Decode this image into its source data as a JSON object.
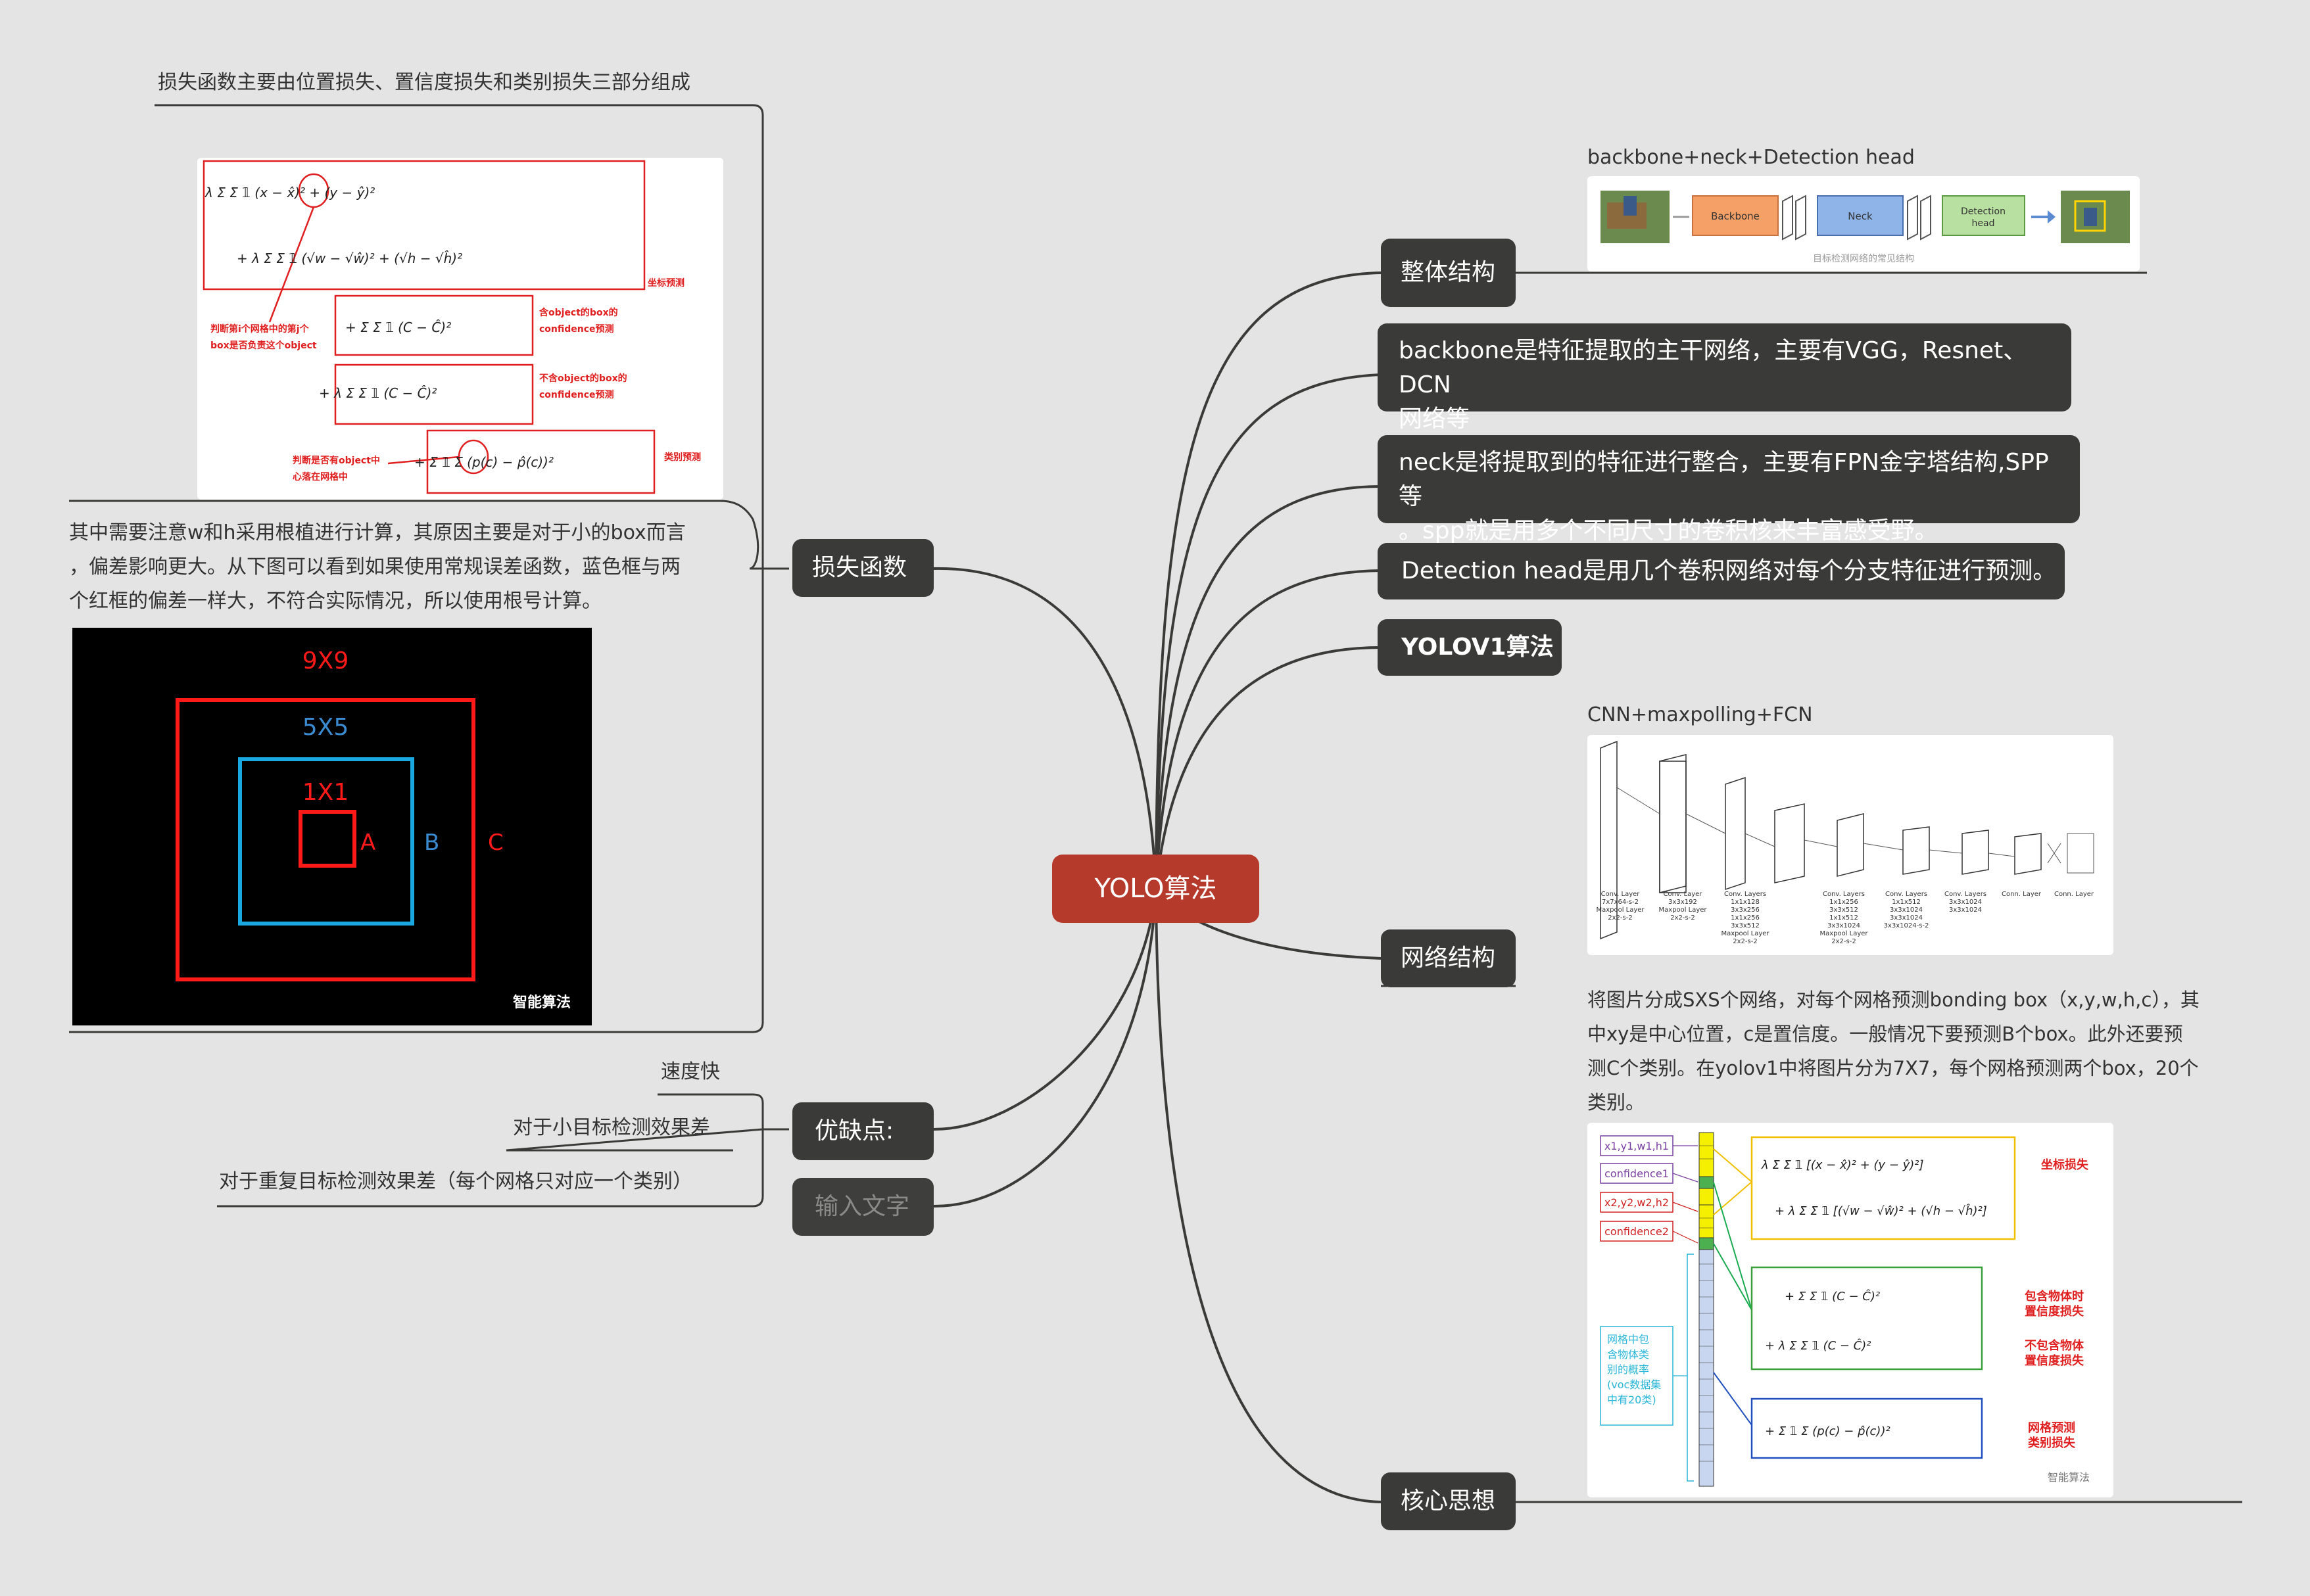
{
  "central": "YOLO算法",
  "right": {
    "overall": {
      "label": "整体结构",
      "caption": "backbone+neck+Detection head",
      "figure": {
        "backbone": "Backbone",
        "neck": "Neck",
        "head": [
          "Detection",
          "head"
        ],
        "subcaption": "目标检测网络的常见结构"
      }
    },
    "backbone_note": [
      "backbone是特征提取的主干网络，主要有VGG，Resnet、DCN",
      "网络等"
    ],
    "neck_note": [
      "neck是将提取到的特征进行整合，主要有FPN金字塔结构,SPP等",
      "。spp就是用多个不同尺寸的卷积核来丰富感受野。"
    ],
    "head_note": "Detection head是用几个卷积网络对每个分支特征进行预测。",
    "yolov1": "YOLOV1算法",
    "network": {
      "label": "网络结构",
      "caption": "CNN+maxpolling+FCN",
      "layers": [
        [
          "Conv. Layer",
          "7x7x64-s-2",
          "Maxpool Layer",
          "2x2-s-2"
        ],
        [
          "Conv. Layer",
          "3x3x192",
          "Maxpool Layer",
          "2x2-s-2"
        ],
        [
          "Conv. Layers",
          "1x1x128",
          "3x3x256",
          "1x1x256",
          "3x3x512",
          "Maxpool Layer",
          "2x2-s-2"
        ],
        [
          "Conv. Layers",
          "1x1x256",
          "3x3x512",
          "1x1x512",
          "3x3x1024",
          "Maxpool Layer",
          "2x2-s-2"
        ],
        [
          "Conv. Layers",
          "1x1x512",
          "3x3x1024",
          "3x3x1024",
          "3x3x1024-s-2"
        ],
        [
          "Conv. Layers",
          "3x3x1024",
          "3x3x1024"
        ],
        [
          "Conn. Layer"
        ],
        [
          "Conn. Layer"
        ]
      ]
    },
    "core": {
      "label": "核心思想",
      "text": [
        "将图片分成SXS个网络，对每个网格预测bonding box（x,y,w,h,c），其",
        "中xy是中心位置，c是置信度。一般情况下要预测B个box。此外还要预",
        "测C个类别。在yolov1中将图片分为7X7，每个网格预测两个box，20个",
        "类别。"
      ],
      "vector_labels": [
        "x1,y1,w1,h1",
        "confidence1",
        "x2,y2,w2,h2",
        "confidence2"
      ],
      "grid_label": [
        "网格中包",
        "含物体类",
        "别的概率",
        "(voc数据集",
        "中有20类)"
      ],
      "losses": [
        "坐标损失",
        "包含物体时",
        "置信度损失",
        "不包含物体",
        "置信度损失",
        "网格预测",
        "类别损失"
      ],
      "watermark": "智能算法"
    }
  },
  "left": {
    "loss": {
      "label": "损失函数",
      "caption": "损失函数主要由位置损失、置信度损失和类别损失三部分组成",
      "annotations": [
        "坐标预测",
        "判断第i个网格中的第j个",
        "box是否负责这个object",
        "含object的box的",
        "confidence预测",
        "不含object的box的",
        "confidence预测",
        "判断是否有object中",
        "心落在网格中",
        "类别预测"
      ],
      "note": [
        "其中需要注意w和h采用根植进行计算，其原因主要是对于小的box而言",
        "，偏差影响更大。从下图可以看到如果使用常规误差函数，蓝色框与两",
        "个红框的偏差一样大，不符合实际情况，所以使用根号计算。"
      ],
      "boxes": {
        "outer": "9X9",
        "middle": "5X5",
        "inner": "1X1",
        "a": "A",
        "b": "B",
        "c": "C",
        "watermark": "智能算法"
      }
    },
    "pros_cons": {
      "label": "优缺点:",
      "items": [
        "速度快",
        "对于小目标检测效果差",
        "对于重复目标检测效果差（每个网格只对应一个类别）"
      ]
    },
    "input": "输入文字"
  },
  "colors": {
    "central": "#b53a2c",
    "node": "#3a3a38",
    "line": "#3a3a38",
    "background": "#e4e4e4"
  }
}
